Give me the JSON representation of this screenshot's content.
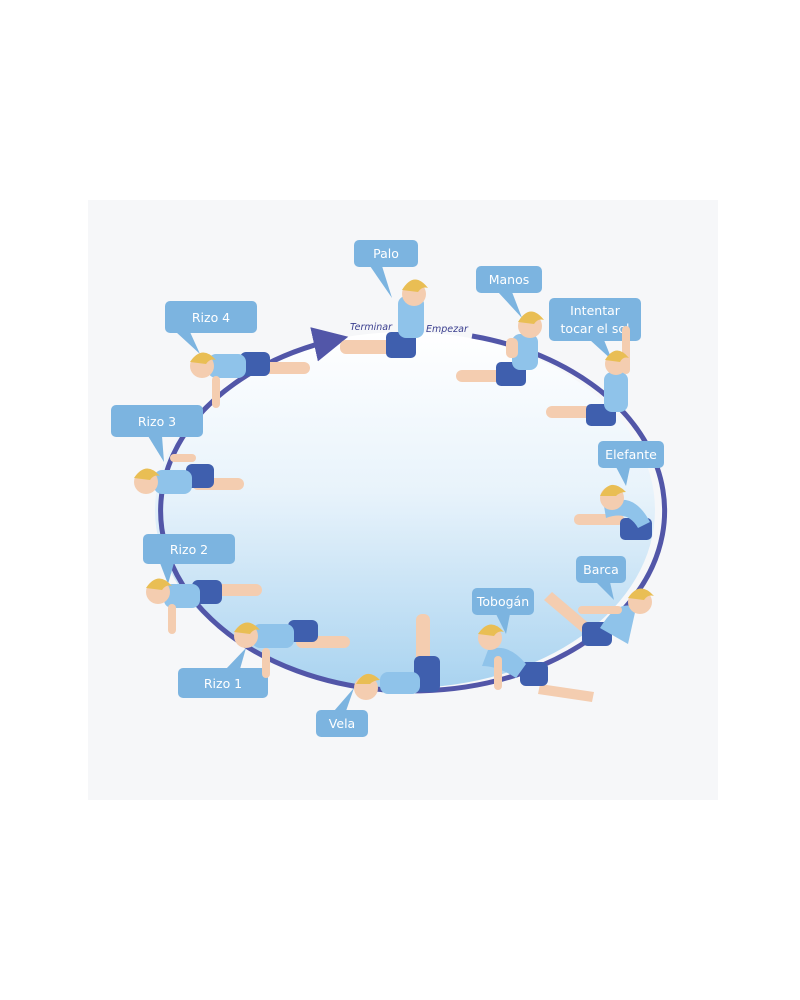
{
  "sequence": {
    "start_label": "Empezar",
    "end_label": "Terminar"
  },
  "poses": [
    {
      "id": "palo",
      "label": "Palo"
    },
    {
      "id": "manos",
      "label": "Manos"
    },
    {
      "id": "intentar-tocar-el-sol",
      "label_line1": "Intentar",
      "label_line2": "tocar el sol"
    },
    {
      "id": "elefante",
      "label": "Elefante"
    },
    {
      "id": "barca",
      "label": "Barca"
    },
    {
      "id": "tobogan",
      "label": "Tobogán"
    },
    {
      "id": "vela",
      "label": "Vela"
    },
    {
      "id": "rizo-1",
      "label": "Rizo 1"
    },
    {
      "id": "rizo-2",
      "label": "Rizo 2"
    },
    {
      "id": "rizo-3",
      "label": "Rizo 3"
    },
    {
      "id": "rizo-4",
      "label": "Rizo 4"
    }
  ],
  "colors": {
    "ring": "#5256a8",
    "bubble": "#7cb4e0",
    "skin": "#f4cdb0",
    "hair": "#e9be54",
    "shirt": "#8fc3ea",
    "shorts": "#3f5fae"
  }
}
